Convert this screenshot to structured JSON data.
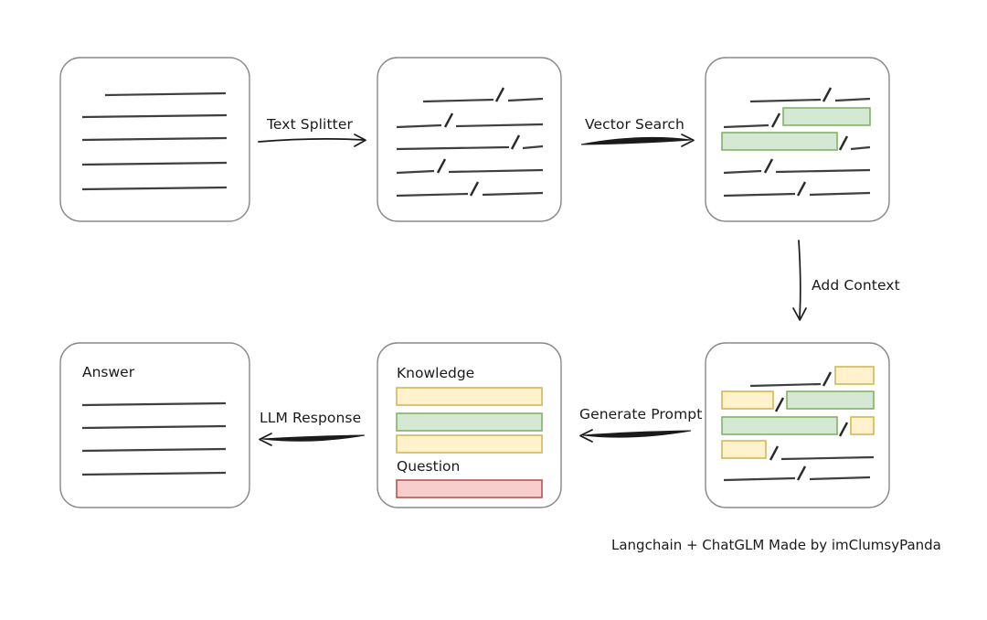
{
  "diagram": {
    "title_note": "Langchain + ChatGLM Made by imClumsyPanda",
    "colors": {
      "stroke": "#888888",
      "line": "#3f3f3f",
      "green_fill": "#d5e8d4",
      "green_stroke": "#82b366",
      "yellow_fill": "#fff2cc",
      "yellow_stroke": "#d6b656",
      "red_fill": "#f8cecc",
      "red_stroke": "#b85450",
      "arrow": "#1a1a1a"
    },
    "nodes": {
      "source_document": {
        "name": "source-document",
        "label": "",
        "lines": 5
      },
      "split_document": {
        "name": "split-document",
        "label": "",
        "lines": 5
      },
      "vector_matched_document": {
        "name": "vector-matched-document",
        "label": "",
        "lines": 5,
        "highlight_count": 2,
        "highlight_color": "green"
      },
      "context_document": {
        "name": "context-document",
        "label": "",
        "lines": 5,
        "green_highlights": 2,
        "yellow_highlights": 4
      },
      "prompt_card": {
        "name": "prompt-card",
        "knowledge_label": "Knowledge",
        "question_label": "Question",
        "knowledge_bars": [
          "yellow",
          "green",
          "yellow"
        ],
        "question_bars": [
          "red"
        ]
      },
      "answer_card": {
        "name": "answer-card",
        "label": "Answer",
        "lines": 4
      }
    },
    "edges": [
      {
        "id": "text-splitter",
        "label": "Text Splitter",
        "from": "source_document",
        "to": "split_document",
        "direction": "right"
      },
      {
        "id": "vector-search",
        "label": "Vector Search",
        "from": "split_document",
        "to": "vector_matched_document",
        "direction": "right"
      },
      {
        "id": "add-context",
        "label": "Add Context",
        "from": "vector_matched_document",
        "to": "context_document",
        "direction": "down"
      },
      {
        "id": "generate-prompt",
        "label": "Generate Prompt",
        "from": "context_document",
        "to": "prompt_card",
        "direction": "left"
      },
      {
        "id": "llm-response",
        "label": "LLM Response",
        "from": "prompt_card",
        "to": "answer_card",
        "direction": "left"
      }
    ]
  }
}
